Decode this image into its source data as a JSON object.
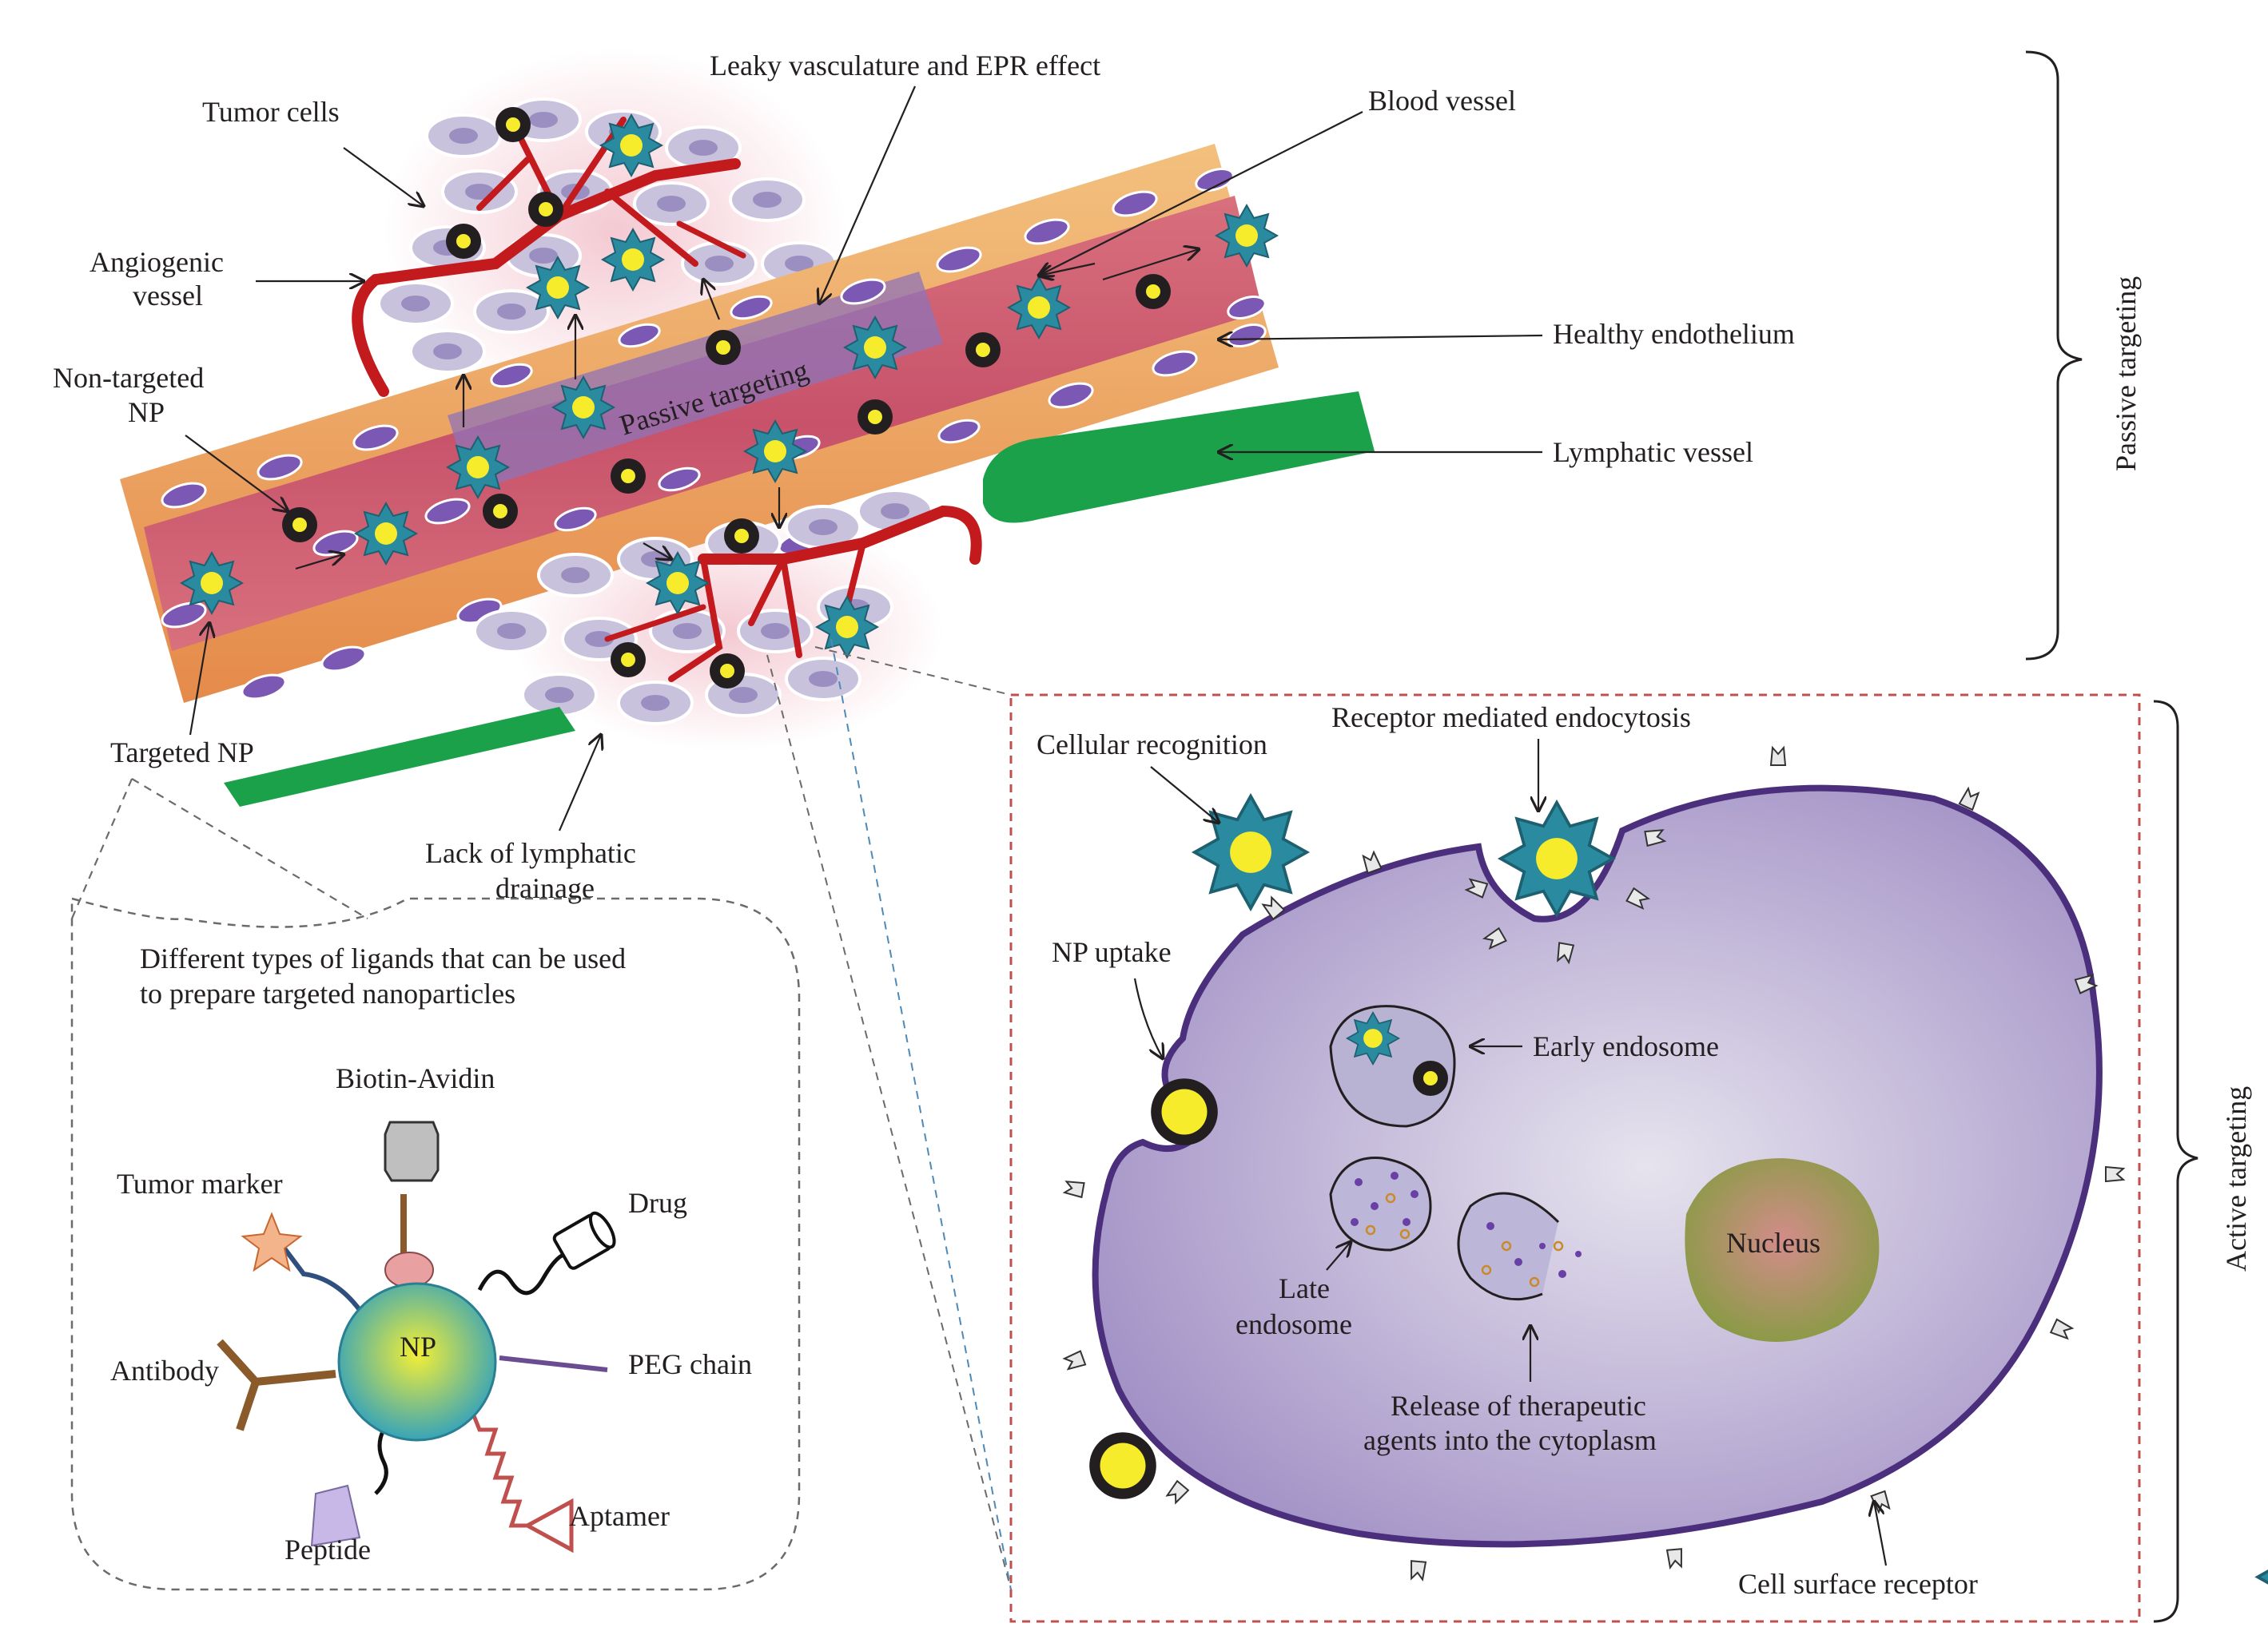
{
  "labels": {
    "leaky_vasculature": "Leaky vasculature and EPR effect",
    "tumor_cells": "Tumor cells",
    "blood_vessel": "Blood vessel",
    "angiogenic_vessel_1": "Angiogenic",
    "angiogenic_vessel_2": "vessel",
    "healthy_endothelium": "Healthy endothelium",
    "non_targeted_np_1": "Non-targeted",
    "non_targeted_np_2": "NP",
    "passive_targeting_inner": "Passive targeting",
    "lymphatic_vessel": "Lymphatic vessel",
    "targeted_np": "Targeted NP",
    "lack_drainage_1": "Lack of lymphatic",
    "lack_drainage_2": "drainage",
    "passive_targeting_bracket": "Passive targeting",
    "active_targeting_bracket": "Active targeting"
  },
  "ligands_box": {
    "title_1": "Different types of ligands that can be used",
    "title_2": "to prepare targeted nanoparticles",
    "biotin_avidin": "Biotin-Avidin",
    "tumor_marker": "Tumor marker",
    "drug": "Drug",
    "np": "NP",
    "antibody": "Antibody",
    "peg_chain": "PEG chain",
    "aptamer": "Aptamer",
    "peptide": "Peptide"
  },
  "cell_box": {
    "cellular_recognition": "Cellular recognition",
    "receptor_endocytosis": "Receptor mediated endocytosis",
    "np_uptake": "NP uptake",
    "early_endosome": "Early endosome",
    "late_endosome_1": "Late",
    "late_endosome_2": "endosome",
    "nucleus": "Nucleus",
    "release_1": "Release of therapeutic",
    "release_2": "agents into the cytoplasm",
    "cell_surface_receptor": "Cell surface receptor"
  },
  "colors": {
    "vessel_wall": "#e9a060",
    "vessel_lumen": "#c9566d",
    "endothelial_nucleus": "#7b58b3",
    "tumor_cell": "#c9c2dc",
    "angiogenic": "#c31a1e",
    "lymphatic": "#1aa14a",
    "targeted_np": "#2a8aa0",
    "np_core": "#f7ec2b",
    "cell_fill": "#a99ac8",
    "cell_outline": "#4b2f7d",
    "nucleus": "#9a9a55",
    "dashed_box": "#c0504d"
  }
}
